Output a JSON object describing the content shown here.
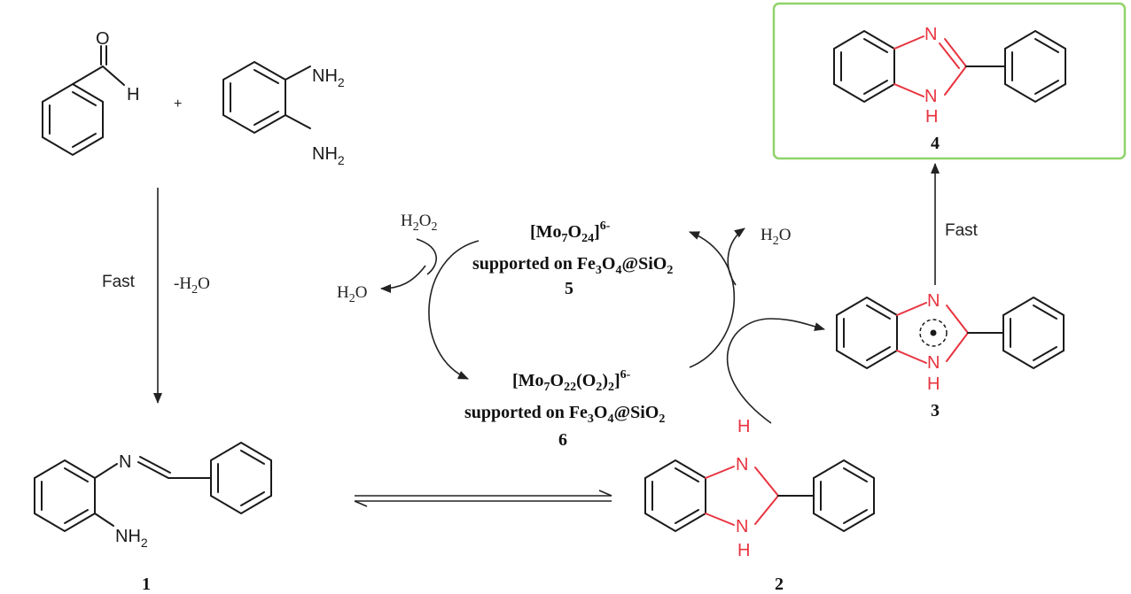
{
  "colors": {
    "bond": "#1a1a1a",
    "heteroatom_ring": "#e8343f",
    "product_box": "#8fd36a"
  },
  "reactants": {
    "plus": "+",
    "aldehyde": {
      "O": "O",
      "H": "H"
    },
    "diamine": {
      "NH2_top": "NH",
      "NH2_top_sub": "2",
      "NH2_bottom": "NH",
      "NH2_bottom_sub": "2"
    }
  },
  "arrow_down": {
    "left": "Fast",
    "right": "-H",
    "right_sub": "2",
    "right_end": "O"
  },
  "compound1": {
    "N": "N",
    "NH2": "NH",
    "NH2_sub": "2",
    "number": "1"
  },
  "compound2": {
    "NH_top": "H",
    "N_top": "N",
    "N_bottom": "N",
    "H_bottom": "H",
    "number": "2"
  },
  "compound3": {
    "N_top": "N",
    "N_bottom": "N",
    "H_bottom": "H",
    "number": "3"
  },
  "compound4": {
    "N_top": "N",
    "N_bottom": "N",
    "H_bottom": "H",
    "number": "4"
  },
  "arrow_up": {
    "label": "Fast"
  },
  "cycle": {
    "h2o2": {
      "a": "H",
      "sub1": "2",
      "b": "O",
      "sub2": "2"
    },
    "h2o_left": {
      "a": "H",
      "sub": "2",
      "b": "O"
    },
    "h2o_right": {
      "a": "H",
      "sub": "2",
      "b": "O"
    },
    "cat5": {
      "line1": {
        "open": "[Mo",
        "s1": "7",
        "o": "O",
        "s2": "24",
        "close": "]",
        "charge": "6-"
      },
      "line2": {
        "text": "supported on Fe",
        "s1": "3",
        "o": "O",
        "s2": "4",
        "rest": "@SiO",
        "s3": "2"
      },
      "number": "5"
    },
    "cat6": {
      "line1": {
        "open": "[Mo",
        "s1": "7",
        "o": "O",
        "s2": "22",
        "mid": "(O",
        "s3": "2",
        "mid2": ")",
        "s4": "2",
        "close": "]",
        "charge": "6-"
      },
      "line2": {
        "text": "supported on Fe",
        "s1": "3",
        "o": "O",
        "s2": "4",
        "rest": "@SiO",
        "s3": "2"
      },
      "number": "6"
    }
  }
}
